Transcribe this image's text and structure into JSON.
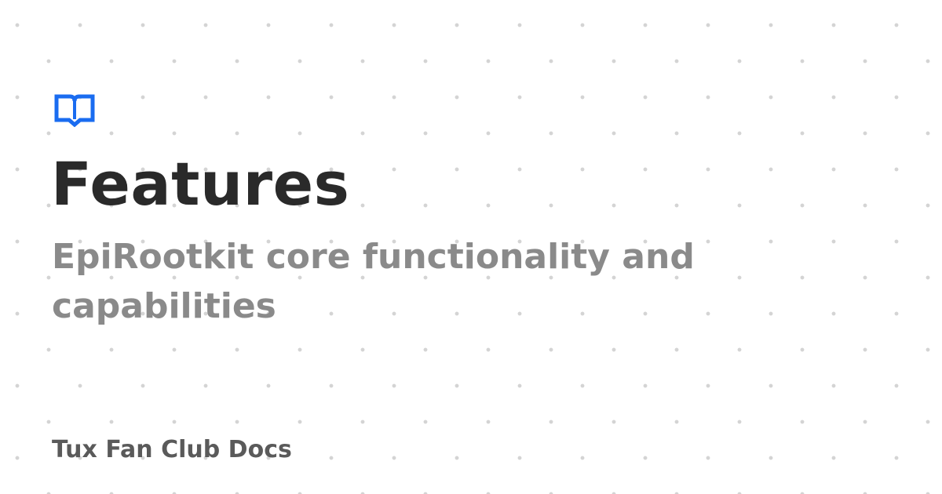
{
  "theme": {
    "accent": "#1a6cf0",
    "title_color": "#2a2a2a",
    "subtitle_color": "#8a8a8a",
    "footer_color": "#5a5a5a",
    "background": "#ffffff",
    "dot_color": "#d4d4d4"
  },
  "header": {
    "icon": "open-book-icon"
  },
  "page": {
    "title": "Features",
    "subtitle": "EpiRootkit core functionality and capabilities"
  },
  "footer": {
    "site_name": "Tux Fan Club Docs"
  }
}
